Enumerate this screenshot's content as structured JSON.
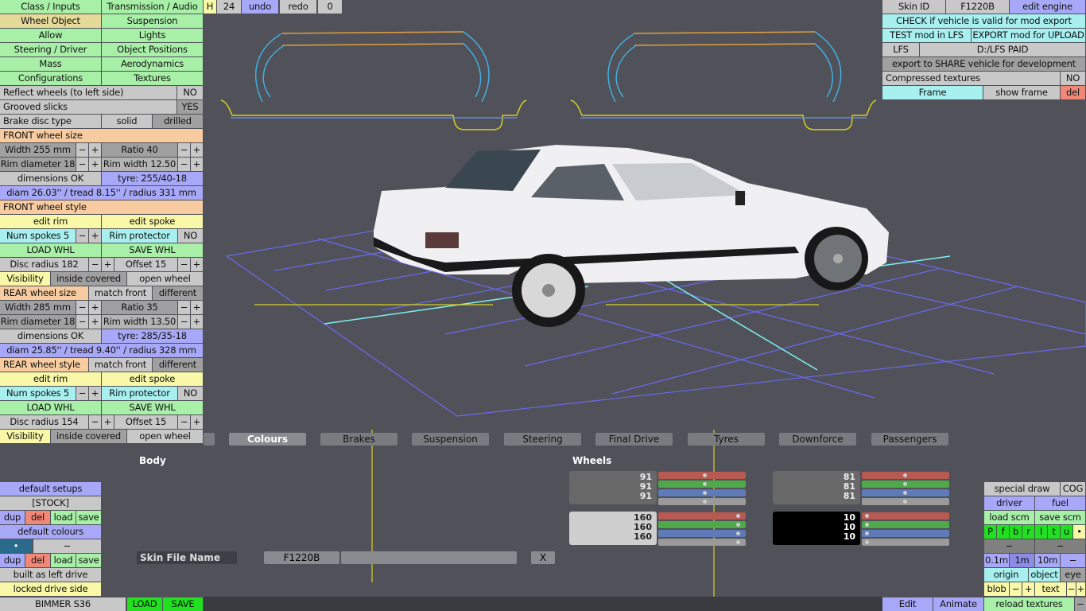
{
  "toolbar": [
    "H",
    "24",
    "undo",
    "redo",
    "0"
  ],
  "lp": [
    "Class / Inputs",
    "Transmission / Audio",
    "Wheel Object",
    "Suspension",
    "Allow",
    "Lights",
    "Steering / Driver",
    "Object Positions",
    "Mass",
    "Aerodynamics",
    "Configurations",
    "Textures",
    "Reflect wheels (to left side)",
    "NO",
    "Grooved slicks",
    "YES",
    "Brake disc type",
    "solid",
    "drilled",
    "FRONT wheel size",
    "Width 255 mm",
    "−",
    "+",
    "Ratio 40",
    "−",
    "+",
    "Rim diameter 18",
    "−",
    "+",
    "Rim width 12.50",
    "−",
    "+",
    "dimensions OK",
    "tyre: 255/40-18",
    "diam 26.03'' / tread 8.15'' / radius 331 mm",
    "FRONT wheel style",
    "edit rim",
    "edit spoke",
    "Num spokes 5",
    "−",
    "+",
    "Rim protector",
    "NO",
    "LOAD WHL",
    "SAVE WHL",
    "Disc radius 182",
    "−",
    "+",
    "Offset 15",
    "−",
    "+",
    "Visibility",
    "inside covered",
    "open wheel",
    "REAR wheel size",
    "match front",
    "different",
    "Width 285 mm",
    "−",
    "+",
    "Ratio 35",
    "−",
    "+",
    "Rim diameter 18",
    "−",
    "+",
    "Rim width 13.50",
    "−",
    "+",
    "dimensions OK",
    "tyre: 285/35-18",
    "diam 25.85'' / tread 9.40'' / radius 328 mm",
    "REAR wheel style",
    "match front",
    "different",
    "edit rim",
    "edit spoke",
    "Num spokes 5",
    "−",
    "+",
    "Rim protector",
    "NO",
    "LOAD WHL",
    "SAVE WHL",
    "Disc radius 154",
    "−",
    "+",
    "Offset 15",
    "−",
    "+",
    "Visibility",
    "inside covered",
    "open wheel"
  ],
  "rt": [
    "Skin ID",
    "F1220B",
    "edit engine",
    "CHECK if vehicle is valid for mod export",
    "TEST mod in LFS",
    "EXPORT mod for UPLOAD",
    "LFS",
    "D:/LFS PAID",
    "export to SHARE vehicle for development",
    "Compressed textures",
    "NO",
    "Frame",
    "show frame",
    "del"
  ],
  "bl": [
    "default setups",
    "[STOCK]",
    "dup",
    "del",
    "load",
    "save",
    "default colours",
    "•",
    "−",
    "dup",
    "del",
    "load",
    "save",
    "built as left drive",
    "locked drive side",
    "BIMMER S36",
    "LOAD",
    "SAVE"
  ],
  "br": [
    "special draw",
    "COG",
    "driver",
    "fuel",
    "load scm",
    "save scm",
    "P",
    "f",
    "b",
    "r",
    "l",
    "t",
    "u",
    "•",
    "−",
    "−",
    "0.1m",
    "1m",
    "10m",
    "−",
    "origin",
    "object",
    "eye",
    "blob",
    "−",
    "+",
    "text",
    "−",
    "+"
  ],
  "bottom": [
    "Edit",
    "Animate",
    "reload textures",
    "−"
  ],
  "tabs": [
    "Colours",
    "Brakes",
    "Suspension",
    "Steering",
    "Final Drive",
    "Tyres",
    "Downforce",
    "Passengers"
  ],
  "colours": {
    "body_label": "Body",
    "wheels_label": "Wheels",
    "swatches": [
      {
        "values": [
          "91",
          "91",
          "91"
        ],
        "pos": 0.54
      },
      {
        "values": [
          "160",
          "160",
          "160"
        ],
        "pos": 0.95
      },
      {
        "values": [
          "81",
          "81",
          "81"
        ],
        "pos": 0.5
      },
      {
        "values": [
          "10",
          "10",
          "10"
        ],
        "pos": 0.04
      }
    ],
    "skin_label": "Skin File Name",
    "skin_value": "F1220B",
    "clear": "X"
  },
  "colors": {
    "red": "#b85a52",
    "green": "#4fa84a",
    "blue": "#5f7ab8",
    "gray": "#9a9a9a"
  }
}
